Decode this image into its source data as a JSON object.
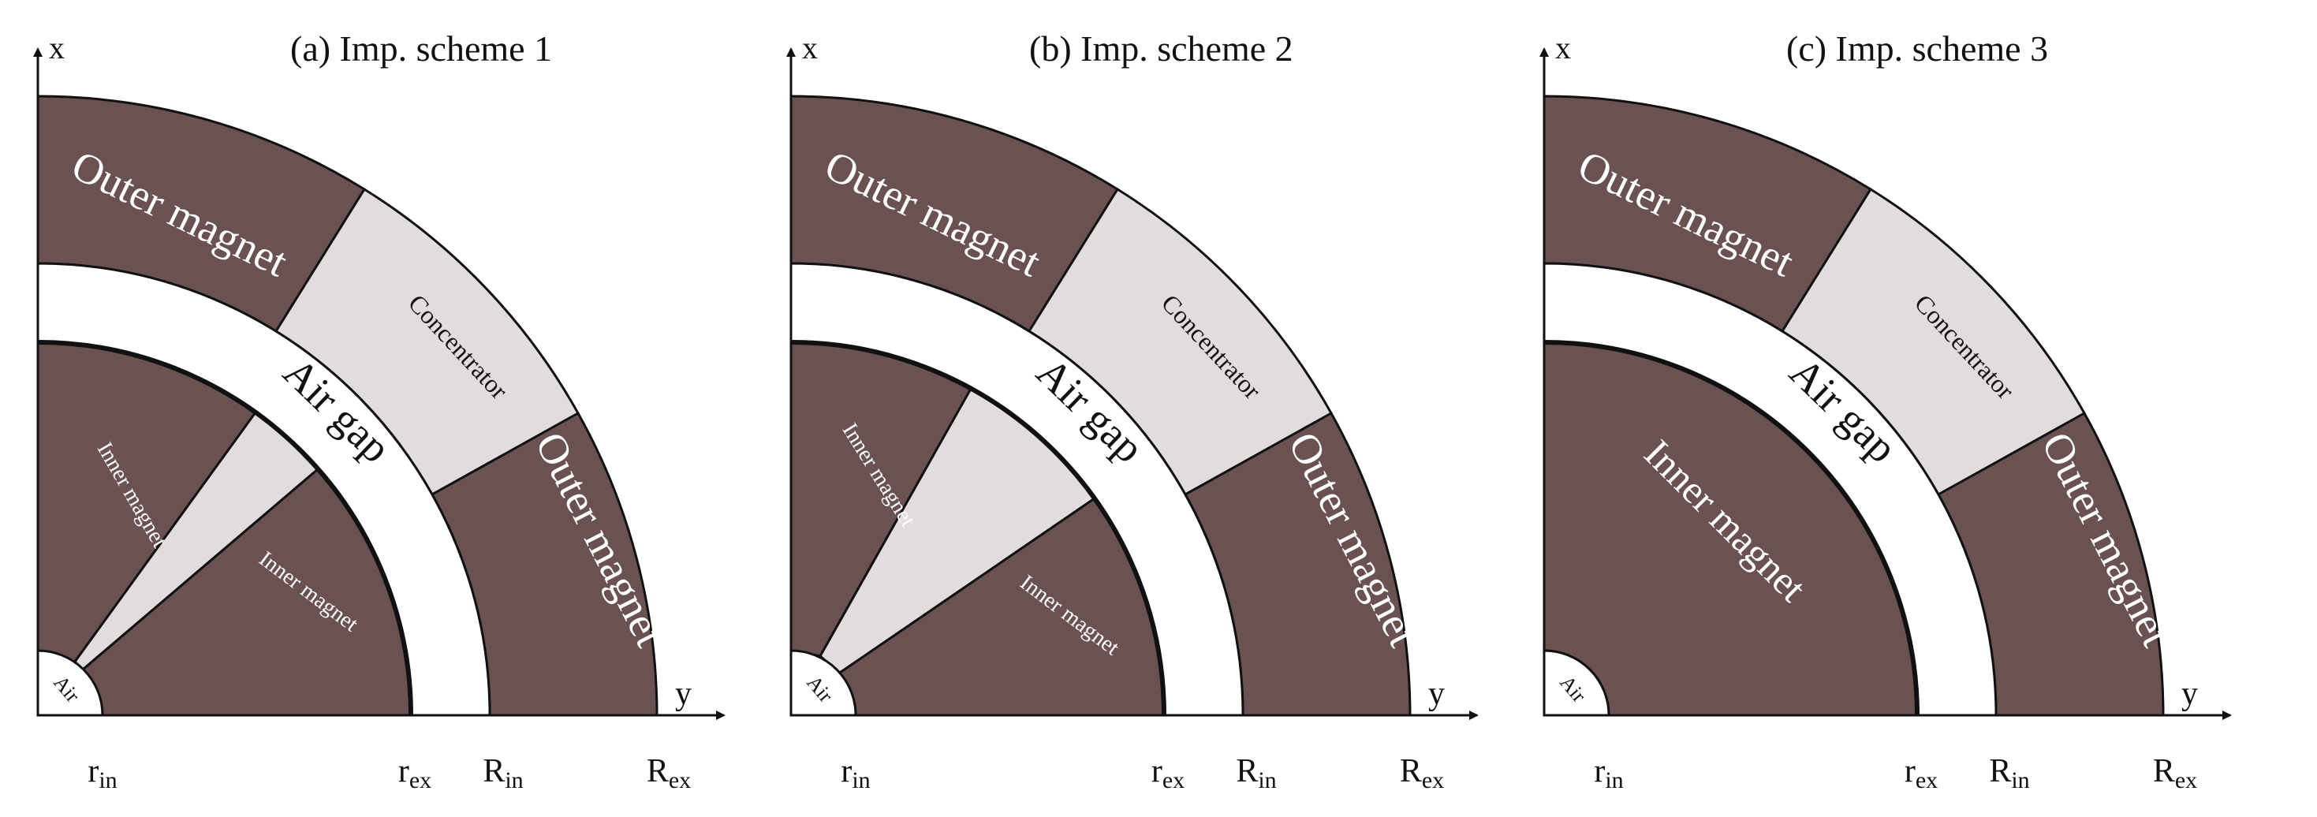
{
  "panels": [
    {
      "id": "a",
      "title": "(a) Imp. scheme 1",
      "axis_x_label": "x",
      "axis_y_label": "y",
      "radius_ticks": [
        {
          "base": "r",
          "sub": "in"
        },
        {
          "base": "r",
          "sub": "ex"
        },
        {
          "base": "R",
          "sub": "in"
        },
        {
          "base": "R",
          "sub": "ex"
        }
      ],
      "regions": {
        "outer_magnet_top": "Outer magnet",
        "concentrator": "Concentrator",
        "outer_magnet_right": "Outer magnet",
        "air_gap": "Air gap",
        "inner_magnet_upper": "Inner magnet",
        "inner_magnet_lower": "Inner magnet",
        "air": "Air"
      }
    },
    {
      "id": "b",
      "title": "(b) Imp. scheme 2",
      "axis_x_label": "x",
      "axis_y_label": "y",
      "radius_ticks": [
        {
          "base": "r",
          "sub": "in"
        },
        {
          "base": "r",
          "sub": "ex"
        },
        {
          "base": "R",
          "sub": "in"
        },
        {
          "base": "R",
          "sub": "ex"
        }
      ],
      "regions": {
        "outer_magnet_top": "Outer magnet",
        "concentrator": "Concentrator",
        "outer_magnet_right": "Outer magnet",
        "air_gap": "Air gap",
        "inner_magnet_upper": "Inner magnet",
        "inner_magnet_lower": "Inner magnet",
        "air": "Air"
      }
    },
    {
      "id": "c",
      "title": "(c) Imp. scheme 3",
      "axis_x_label": "x",
      "axis_y_label": "y",
      "radius_ticks": [
        {
          "base": "r",
          "sub": "in"
        },
        {
          "base": "r",
          "sub": "ex"
        },
        {
          "base": "R",
          "sub": "in"
        },
        {
          "base": "R",
          "sub": "ex"
        }
      ],
      "regions": {
        "outer_magnet_top": "Outer magnet",
        "concentrator": "Concentrator",
        "outer_magnet_right": "Outer magnet",
        "air_gap": "Air gap",
        "inner_magnet": "Inner magnet",
        "air": "Air"
      }
    }
  ],
  "colors": {
    "magnet": "#6b5252",
    "concentrator": "#e2dcdc",
    "air": "#ffffff",
    "outline": "#111111",
    "magnet_text": "#ffffff",
    "light_text": "#111111"
  }
}
